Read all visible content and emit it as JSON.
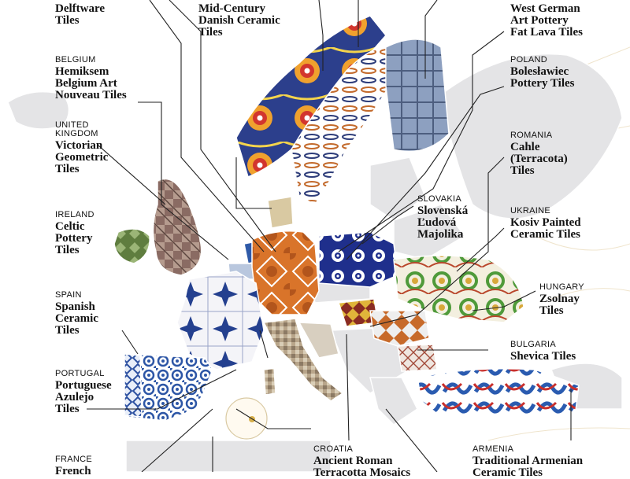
{
  "labels": {
    "netherlands": {
      "country": "",
      "name": "Delftware\nTiles"
    },
    "denmark": {
      "country": "",
      "name": "Mid-Century\nDanish Ceramic\nTiles"
    },
    "germany": {
      "country": "",
      "name": "West German\nArt Pottery\nFat Lava Tiles"
    },
    "belgium": {
      "country": "BELGIUM",
      "name": "Hemiksem\nBelgium Art\nNouveau Tiles"
    },
    "poland": {
      "country": "POLAND",
      "name": "Bolesławiec\nPottery Tiles"
    },
    "uk": {
      "country": "UNITED\nKINGDOM",
      "name": "Victorian\nGeometric\nTiles"
    },
    "romania": {
      "country": "ROMANIA",
      "name": "Cahle\n(Terracota)\nTiles"
    },
    "ireland": {
      "country": "IRELAND",
      "name": "Celtic\nPottery\nTiles"
    },
    "slovakia": {
      "country": "SLOVAKIA",
      "name": "Slovenská\nĽudová\nMajolika"
    },
    "ukraine": {
      "country": "UKRAINE",
      "name": "Kosiv Painted\nCeramic Tiles"
    },
    "spain": {
      "country": "SPAIN",
      "name": "Spanish\nCeramic\nTiles"
    },
    "hungary": {
      "country": "HUNGARY",
      "name": "Zsolnay\nTiles"
    },
    "bulgaria": {
      "country": "BULGARIA",
      "name": "Shevica Tiles"
    },
    "portugal": {
      "country": "PORTUGAL",
      "name": "Portuguese\nAzulejo\nTiles"
    },
    "france": {
      "country": "FRANCE",
      "name": "French"
    },
    "croatia": {
      "country": "CROATIA",
      "name": "Ancient Roman\nTerracotta Mosaics"
    },
    "armenia": {
      "country": "ARMENIA",
      "name": "Traditional Armenian\nCeramic Tiles"
    }
  },
  "colors": {
    "land": "#e4e4e6",
    "border": "#ffffff",
    "leader": "#222222",
    "text": "#111111",
    "faint_border": "#efe4cc",
    "netherlands": "#2f5aa8",
    "germany_orange": "#d9742a",
    "poland_blue": "#1f2f8c",
    "ukraine_green": "#4f9a3a",
    "turkey_red": "#c9302c",
    "turkey_blue": "#2a5bb0",
    "spain_blue": "#2d56a6",
    "uk_brown": "#8a6b63",
    "ireland_green": "#5f7d3f",
    "norway_blue": "#2c3f8c",
    "romania_orange": "#c76a2a"
  }
}
